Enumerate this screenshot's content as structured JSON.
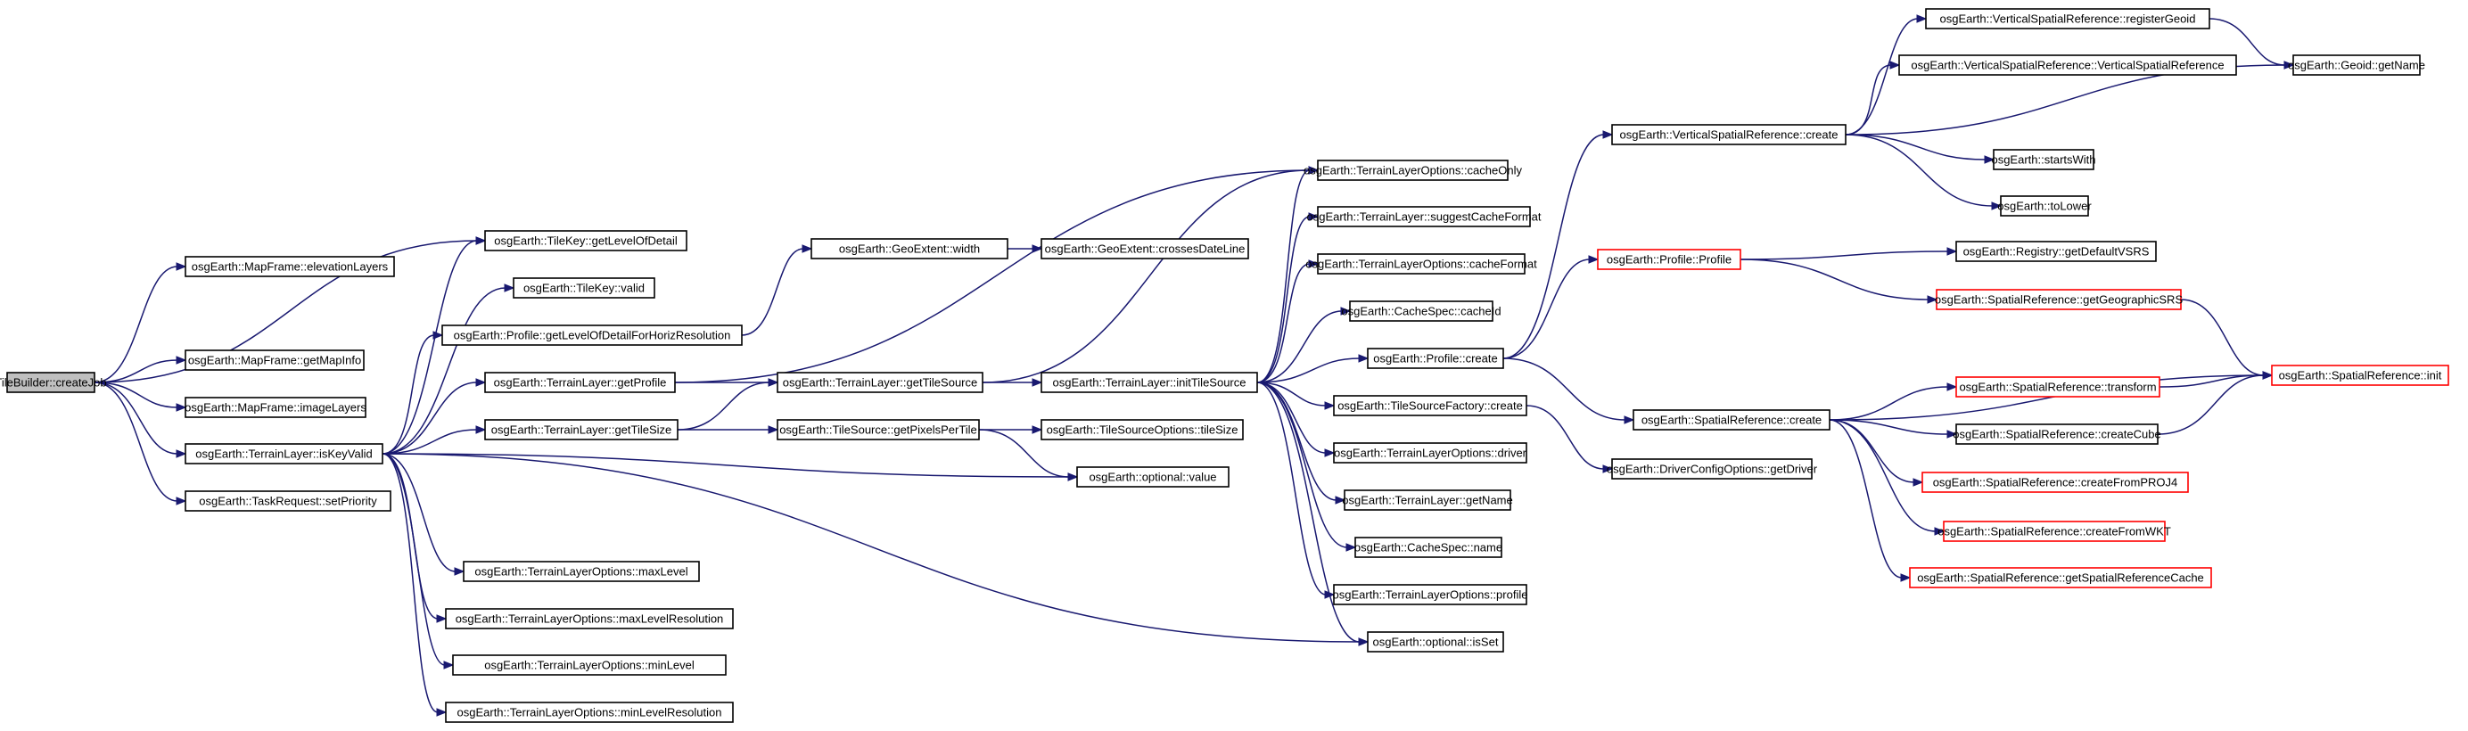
{
  "colors": {
    "edge": "#191970",
    "border": "#000000",
    "border_truncated": "#ff0000",
    "root_fill": "#bfbfbf"
  },
  "nodes": [
    {
      "id": "n0",
      "label": "TileBuilder::createJob",
      "root": true
    },
    {
      "id": "n1",
      "label": "osgEarth::MapFrame::elevationLayers"
    },
    {
      "id": "n2",
      "label": "osgEarth::MapFrame::getMapInfo"
    },
    {
      "id": "n3",
      "label": "osgEarth::MapFrame::imageLayers"
    },
    {
      "id": "n4",
      "label": "osgEarth::TerrainLayer::isKeyValid"
    },
    {
      "id": "n5",
      "label": "osgEarth::TaskRequest::setPriority"
    },
    {
      "id": "n6",
      "label": "osgEarth::TileKey::getLevelOfDetail"
    },
    {
      "id": "n7",
      "label": "osgEarth::TileKey::valid"
    },
    {
      "id": "n8",
      "label": "osgEarth::Profile::getLevelOfDetailForHorizResolution"
    },
    {
      "id": "n9",
      "label": "osgEarth::TerrainLayer::getProfile"
    },
    {
      "id": "n10",
      "label": "osgEarth::TerrainLayer::getTileSize"
    },
    {
      "id": "n11",
      "label": "osgEarth::TerrainLayerOptions::maxLevel"
    },
    {
      "id": "n12",
      "label": "osgEarth::TerrainLayerOptions::maxLevelResolution"
    },
    {
      "id": "n13",
      "label": "osgEarth::TerrainLayerOptions::minLevel"
    },
    {
      "id": "n14",
      "label": "osgEarth::TerrainLayerOptions::minLevelResolution"
    },
    {
      "id": "n15",
      "label": "osgEarth::GeoExtent::width"
    },
    {
      "id": "n16",
      "label": "osgEarth::GeoExtent::crossesDateLine"
    },
    {
      "id": "n17",
      "label": "osgEarth::TerrainLayer::getTileSource"
    },
    {
      "id": "n18",
      "label": "osgEarth::TileSource::getPixelsPerTile"
    },
    {
      "id": "n19",
      "label": "osgEarth::TileSourceOptions::tileSize"
    },
    {
      "id": "n20",
      "label": "osgEarth::optional::value"
    },
    {
      "id": "n21",
      "label": "osgEarth::TerrainLayer::initTileSource"
    },
    {
      "id": "n22",
      "label": "osgEarth::TerrainLayerOptions::cacheOnly"
    },
    {
      "id": "n23",
      "label": "osgEarth::TerrainLayer::suggestCacheFormat"
    },
    {
      "id": "n24",
      "label": "osgEarth::TerrainLayerOptions::cacheFormat"
    },
    {
      "id": "n25",
      "label": "osgEarth::CacheSpec::cacheId"
    },
    {
      "id": "n26",
      "label": "osgEarth::Profile::create"
    },
    {
      "id": "n27",
      "label": "osgEarth::TileSourceFactory::create"
    },
    {
      "id": "n28",
      "label": "osgEarth::TerrainLayerOptions::driver"
    },
    {
      "id": "n29",
      "label": "osgEarth::TerrainLayer::getName"
    },
    {
      "id": "n30",
      "label": "osgEarth::CacheSpec::name"
    },
    {
      "id": "n31",
      "label": "osgEarth::TerrainLayerOptions::profile"
    },
    {
      "id": "n32",
      "label": "osgEarth::optional::isSet"
    },
    {
      "id": "n33",
      "label": "osgEarth::VerticalSpatialReference::create"
    },
    {
      "id": "n34",
      "label": "osgEarth::Profile::Profile",
      "truncated": true
    },
    {
      "id": "n35",
      "label": "osgEarth::SpatialReference::create"
    },
    {
      "id": "n36",
      "label": "osgEarth::DriverConfigOptions::getDriver"
    },
    {
      "id": "n37",
      "label": "osgEarth::VerticalSpatialReference::registerGeoid"
    },
    {
      "id": "n38",
      "label": "osgEarth::VerticalSpatialReference::VerticalSpatialReference"
    },
    {
      "id": "n39",
      "label": "osgEarth::startsWith"
    },
    {
      "id": "n40",
      "label": "osgEarth::toLower"
    },
    {
      "id": "n41",
      "label": "osgEarth::Registry::getDefaultVSRS"
    },
    {
      "id": "n42",
      "label": "osgEarth::SpatialReference::getGeographicSRS",
      "truncated": true
    },
    {
      "id": "n43",
      "label": "osgEarth::SpatialReference::transform",
      "truncated": true
    },
    {
      "id": "n44",
      "label": "osgEarth::SpatialReference::createCube"
    },
    {
      "id": "n45",
      "label": "osgEarth::SpatialReference::createFromPROJ4",
      "truncated": true
    },
    {
      "id": "n46",
      "label": "osgEarth::SpatialReference::createFromWKT",
      "truncated": true
    },
    {
      "id": "n47",
      "label": "osgEarth::SpatialReference::getSpatialReferenceCache",
      "truncated": true
    },
    {
      "id": "n48",
      "label": "osgEarth::Geoid::getName"
    },
    {
      "id": "n49",
      "label": "osgEarth::SpatialReference::init",
      "truncated": true
    }
  ],
  "edges": [
    [
      "n0",
      "n1"
    ],
    [
      "n0",
      "n6"
    ],
    [
      "n0",
      "n2"
    ],
    [
      "n0",
      "n3"
    ],
    [
      "n0",
      "n4"
    ],
    [
      "n0",
      "n5"
    ],
    [
      "n4",
      "n6"
    ],
    [
      "n4",
      "n7"
    ],
    [
      "n4",
      "n8"
    ],
    [
      "n4",
      "n9"
    ],
    [
      "n4",
      "n10"
    ],
    [
      "n4",
      "n20"
    ],
    [
      "n4",
      "n32"
    ],
    [
      "n4",
      "n11"
    ],
    [
      "n4",
      "n12"
    ],
    [
      "n4",
      "n13"
    ],
    [
      "n4",
      "n14"
    ],
    [
      "n8",
      "n15"
    ],
    [
      "n15",
      "n16"
    ],
    [
      "n9",
      "n17"
    ],
    [
      "n9",
      "n22"
    ],
    [
      "n10",
      "n17"
    ],
    [
      "n10",
      "n18"
    ],
    [
      "n17",
      "n21"
    ],
    [
      "n17",
      "n22"
    ],
    [
      "n18",
      "n19"
    ],
    [
      "n18",
      "n20"
    ],
    [
      "n21",
      "n22"
    ],
    [
      "n21",
      "n23"
    ],
    [
      "n21",
      "n24"
    ],
    [
      "n21",
      "n25"
    ],
    [
      "n21",
      "n26"
    ],
    [
      "n21",
      "n27"
    ],
    [
      "n21",
      "n28"
    ],
    [
      "n21",
      "n29"
    ],
    [
      "n21",
      "n30"
    ],
    [
      "n21",
      "n31"
    ],
    [
      "n21",
      "n32"
    ],
    [
      "n26",
      "n33"
    ],
    [
      "n26",
      "n34"
    ],
    [
      "n26",
      "n35"
    ],
    [
      "n27",
      "n36"
    ],
    [
      "n33",
      "n37"
    ],
    [
      "n33",
      "n38"
    ],
    [
      "n33",
      "n48"
    ],
    [
      "n33",
      "n39"
    ],
    [
      "n33",
      "n40"
    ],
    [
      "n37",
      "n48"
    ],
    [
      "n34",
      "n41"
    ],
    [
      "n34",
      "n42"
    ],
    [
      "n42",
      "n49"
    ],
    [
      "n35",
      "n43"
    ],
    [
      "n35",
      "n44"
    ],
    [
      "n35",
      "n45"
    ],
    [
      "n35",
      "n46"
    ],
    [
      "n35",
      "n47"
    ],
    [
      "n35",
      "n49"
    ],
    [
      "n43",
      "n49"
    ],
    [
      "n44",
      "n49"
    ]
  ]
}
